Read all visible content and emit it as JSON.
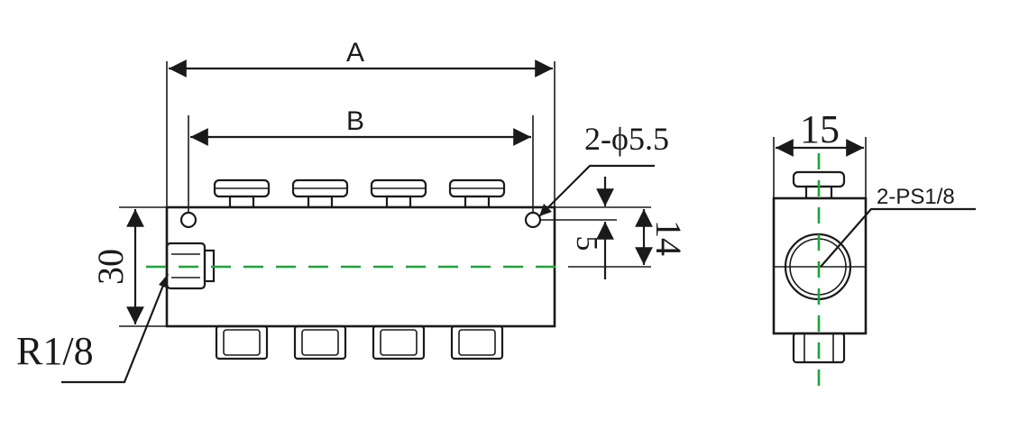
{
  "labels": {
    "dim_a": "A",
    "dim_b": "B",
    "hole_callout": "2-ϕ5.5",
    "height_30": "30",
    "offset_5": "5",
    "offset_14": "14",
    "thread_inlet": "R1/8",
    "width_15": "15",
    "thread_side": "2-PS1/8"
  },
  "colors": {
    "line": "#1a1a1a",
    "centerline": "#1fa33a"
  }
}
